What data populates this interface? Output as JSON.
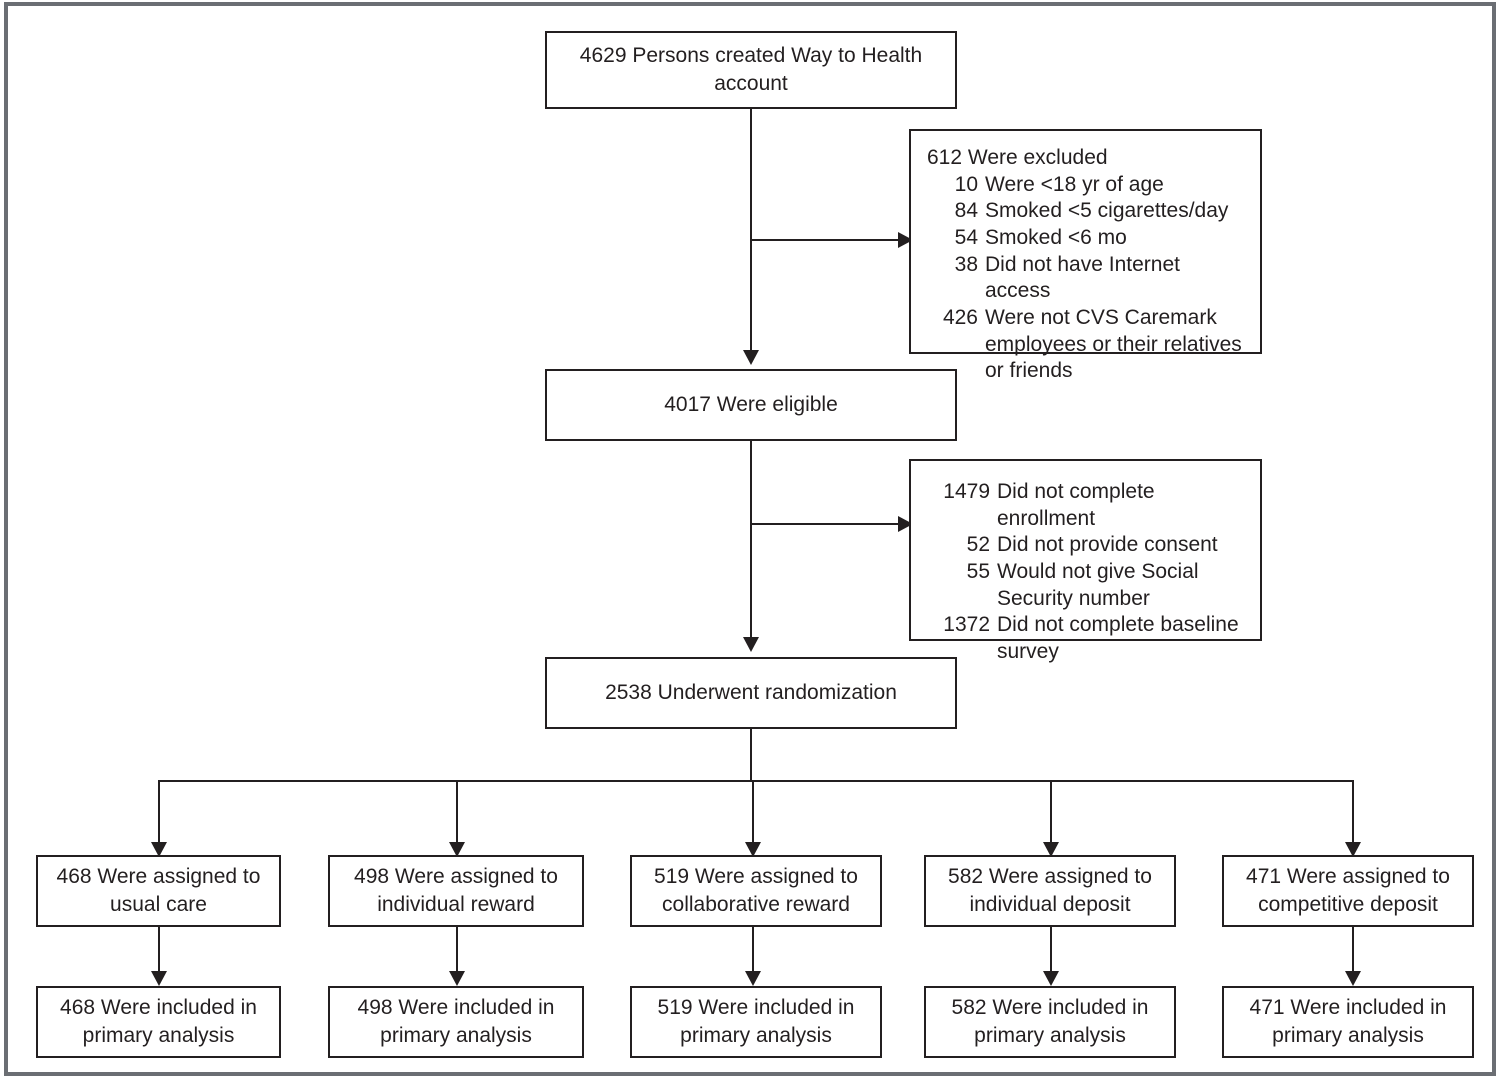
{
  "figure": {
    "type": "consort-flow-diagram",
    "title": "Enrollment, Randomization, and Analysis of Participants",
    "border_color": "#6b6e73",
    "line_color": "#231f20",
    "background_color": "#ffffff"
  },
  "nodes": {
    "created_account": {
      "text": "4629 Persons created Way to Health account",
      "count": 4629
    },
    "excluded": {
      "lead": "612 Were excluded",
      "count": 612,
      "items": [
        {
          "num": "10",
          "label": "Were <18 yr of age"
        },
        {
          "num": "84",
          "label": "Smoked <5 cigarettes/day"
        },
        {
          "num": "54",
          "label": "Smoked <6 mo"
        },
        {
          "num": "38",
          "label": "Did not have Internet access"
        },
        {
          "num": "426",
          "label": "Were not CVS Caremark employees or their relatives or friends"
        }
      ]
    },
    "eligible": {
      "text": "4017 Were eligible",
      "count": 4017
    },
    "not_enrolled": {
      "lead": "",
      "items": [
        {
          "num": "1479",
          "label": "Did not complete enrollment"
        },
        {
          "num": "52",
          "label": "Did not provide consent"
        },
        {
          "num": "55",
          "label": "Would not give Social Security number"
        },
        {
          "num": "1372",
          "label": "Did not complete baseline survey"
        }
      ]
    },
    "randomized": {
      "text": "2538 Underwent randomization",
      "count": 2538
    }
  },
  "arms": [
    {
      "assigned": "468 Were assigned to usual care",
      "analyzed": "468 Were included in primary analysis",
      "assigned_count": 468,
      "analyzed_count": 468,
      "arm_name": "usual care"
    },
    {
      "assigned": "498 Were assigned to individual reward",
      "analyzed": "498 Were included in primary analysis",
      "assigned_count": 498,
      "analyzed_count": 498,
      "arm_name": "individual reward"
    },
    {
      "assigned": "519 Were assigned to collaborative reward",
      "analyzed": "519 Were included in primary analysis",
      "assigned_count": 519,
      "analyzed_count": 519,
      "arm_name": "collaborative reward"
    },
    {
      "assigned": "582 Were assigned to individual deposit",
      "analyzed": "582 Were included in primary analysis",
      "assigned_count": 582,
      "analyzed_count": 582,
      "arm_name": "individual deposit"
    },
    {
      "assigned": "471 Were assigned to competitive deposit",
      "analyzed": "471 Were included in primary analysis",
      "assigned_count": 471,
      "analyzed_count": 471,
      "arm_name": "competitive deposit"
    }
  ]
}
